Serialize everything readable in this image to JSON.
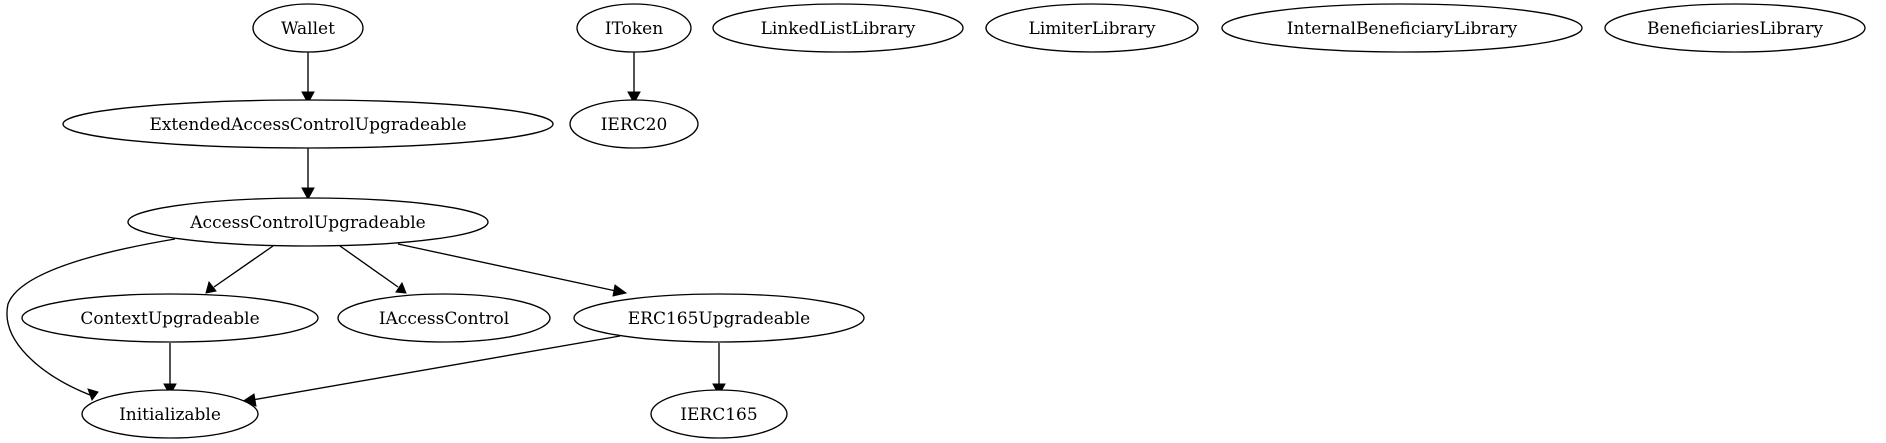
{
  "diagram": {
    "nodes": [
      {
        "id": "wallet",
        "label": "Wallet"
      },
      {
        "id": "extended",
        "label": "ExtendedAccessControlUpgradeable"
      },
      {
        "id": "access",
        "label": "AccessControlUpgradeable"
      },
      {
        "id": "context",
        "label": "ContextUpgradeable"
      },
      {
        "id": "iaccess",
        "label": "IAccessControl"
      },
      {
        "id": "erc165u",
        "label": "ERC165Upgradeable"
      },
      {
        "id": "init",
        "label": "Initializable"
      },
      {
        "id": "ierc165",
        "label": "IERC165"
      },
      {
        "id": "itoken",
        "label": "IToken"
      },
      {
        "id": "ierc20",
        "label": "IERC20"
      },
      {
        "id": "linked",
        "label": "LinkedListLibrary"
      },
      {
        "id": "limiter",
        "label": "LimiterLibrary"
      },
      {
        "id": "internal",
        "label": "InternalBeneficiaryLibrary"
      },
      {
        "id": "beneficiaries",
        "label": "BeneficiariesLibrary"
      }
    ],
    "edges": [
      {
        "from": "wallet",
        "to": "extended"
      },
      {
        "from": "extended",
        "to": "access"
      },
      {
        "from": "access",
        "to": "init"
      },
      {
        "from": "access",
        "to": "context"
      },
      {
        "from": "access",
        "to": "iaccess"
      },
      {
        "from": "access",
        "to": "erc165u"
      },
      {
        "from": "context",
        "to": "init"
      },
      {
        "from": "erc165u",
        "to": "init"
      },
      {
        "from": "erc165u",
        "to": "ierc165"
      },
      {
        "from": "itoken",
        "to": "ierc20"
      }
    ]
  }
}
